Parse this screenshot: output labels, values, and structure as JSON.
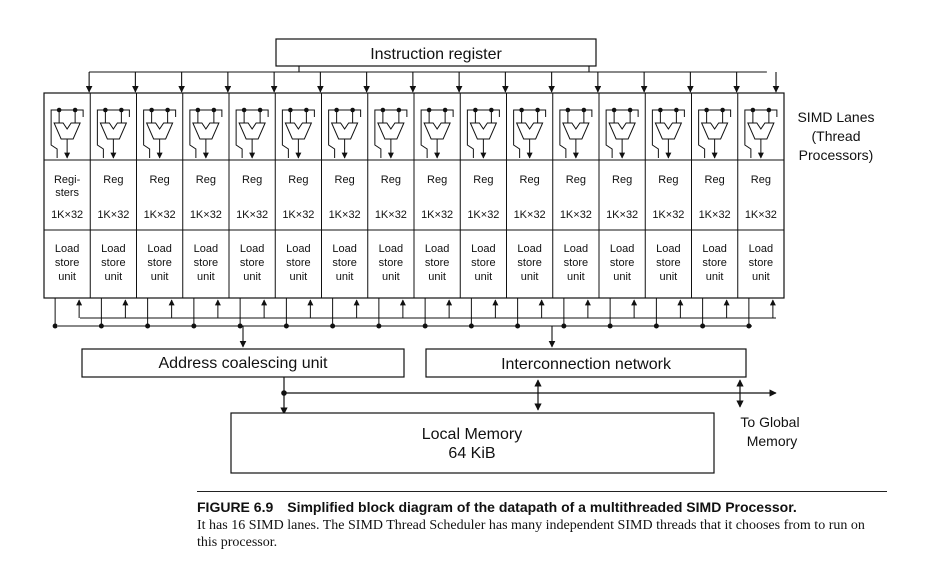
{
  "instruction_register": "Instruction register",
  "simd_lanes_label": [
    "SIMD Lanes",
    "(Thread",
    "Processors)"
  ],
  "lanes": [
    {
      "reg": [
        "Regi-",
        "sters"
      ],
      "size": "1K×32",
      "lsu": [
        "Load",
        "store",
        "unit"
      ]
    },
    {
      "reg": [
        "Reg"
      ],
      "size": "1K×32",
      "lsu": [
        "Load",
        "store",
        "unit"
      ]
    },
    {
      "reg": [
        "Reg"
      ],
      "size": "1K×32",
      "lsu": [
        "Load",
        "store",
        "unit"
      ]
    },
    {
      "reg": [
        "Reg"
      ],
      "size": "1K×32",
      "lsu": [
        "Load",
        "store",
        "unit"
      ]
    },
    {
      "reg": [
        "Reg"
      ],
      "size": "1K×32",
      "lsu": [
        "Load",
        "store",
        "unit"
      ]
    },
    {
      "reg": [
        "Reg"
      ],
      "size": "1K×32",
      "lsu": [
        "Load",
        "store",
        "unit"
      ]
    },
    {
      "reg": [
        "Reg"
      ],
      "size": "1K×32",
      "lsu": [
        "Load",
        "store",
        "unit"
      ]
    },
    {
      "reg": [
        "Reg"
      ],
      "size": "1K×32",
      "lsu": [
        "Load",
        "store",
        "unit"
      ]
    },
    {
      "reg": [
        "Reg"
      ],
      "size": "1K×32",
      "lsu": [
        "Load",
        "store",
        "unit"
      ]
    },
    {
      "reg": [
        "Reg"
      ],
      "size": "1K×32",
      "lsu": [
        "Load",
        "store",
        "unit"
      ]
    },
    {
      "reg": [
        "Reg"
      ],
      "size": "1K×32",
      "lsu": [
        "Load",
        "store",
        "unit"
      ]
    },
    {
      "reg": [
        "Reg"
      ],
      "size": "1K×32",
      "lsu": [
        "Load",
        "store",
        "unit"
      ]
    },
    {
      "reg": [
        "Reg"
      ],
      "size": "1K×32",
      "lsu": [
        "Load",
        "store",
        "unit"
      ]
    },
    {
      "reg": [
        "Reg"
      ],
      "size": "1K×32",
      "lsu": [
        "Load",
        "store",
        "unit"
      ]
    },
    {
      "reg": [
        "Reg"
      ],
      "size": "1K×32",
      "lsu": [
        "Load",
        "store",
        "unit"
      ]
    },
    {
      "reg": [
        "Reg"
      ],
      "size": "1K×32",
      "lsu": [
        "Load",
        "store",
        "unit"
      ]
    }
  ],
  "address_coalescing_unit": "Address coalescing unit",
  "interconnection_network": "Interconnection network",
  "local_memory": [
    "Local Memory",
    "64 KiB"
  ],
  "to_global_memory": [
    "To Global",
    "Memory"
  ],
  "caption": {
    "figure_number": "FIGURE 6.9",
    "title": "Simplified block diagram of the datapath of a multithreaded SIMD Processor.",
    "body": "It has 16 SIMD lanes. The SIMD Thread Scheduler has many independent SIMD threads that it chooses from to run on this processor."
  }
}
